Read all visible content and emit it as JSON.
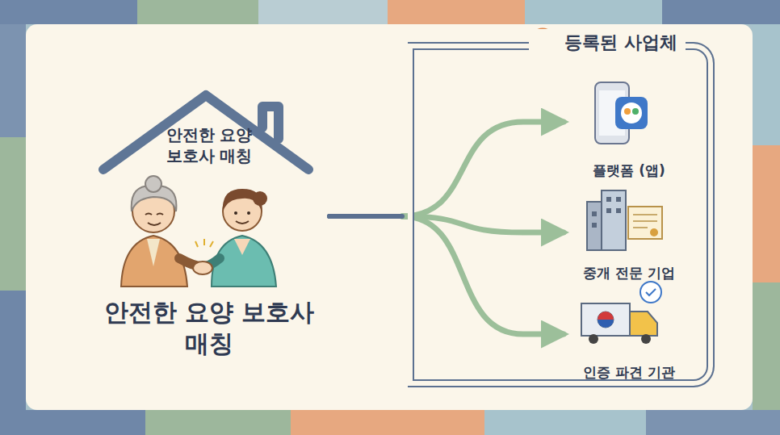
{
  "diagram": {
    "nodes": [
      {
        "text": [
          "안전한 요양 보호사 매칭",
          "안전한 요양 보호사 매칭"
        ]
      },
      {
        "text": [
          "등록된 사업체"
        ]
      },
      {
        "text": [
          "플랫폼 (앱)"
        ],
        "in": 1
      },
      {
        "text": [
          "중개 전문 기업"
        ],
        "in": 1
      },
      {
        "text": [
          "인증 파견 기관"
        ],
        "in": 1
      }
    ],
    "edges": [
      {
        "from": 0,
        "to": 2,
        "arrow": "to"
      },
      {
        "from": 0,
        "to": 3,
        "arrow": "to"
      },
      {
        "from": 0,
        "to": 4,
        "arrow": "to"
      }
    ]
  }
}
